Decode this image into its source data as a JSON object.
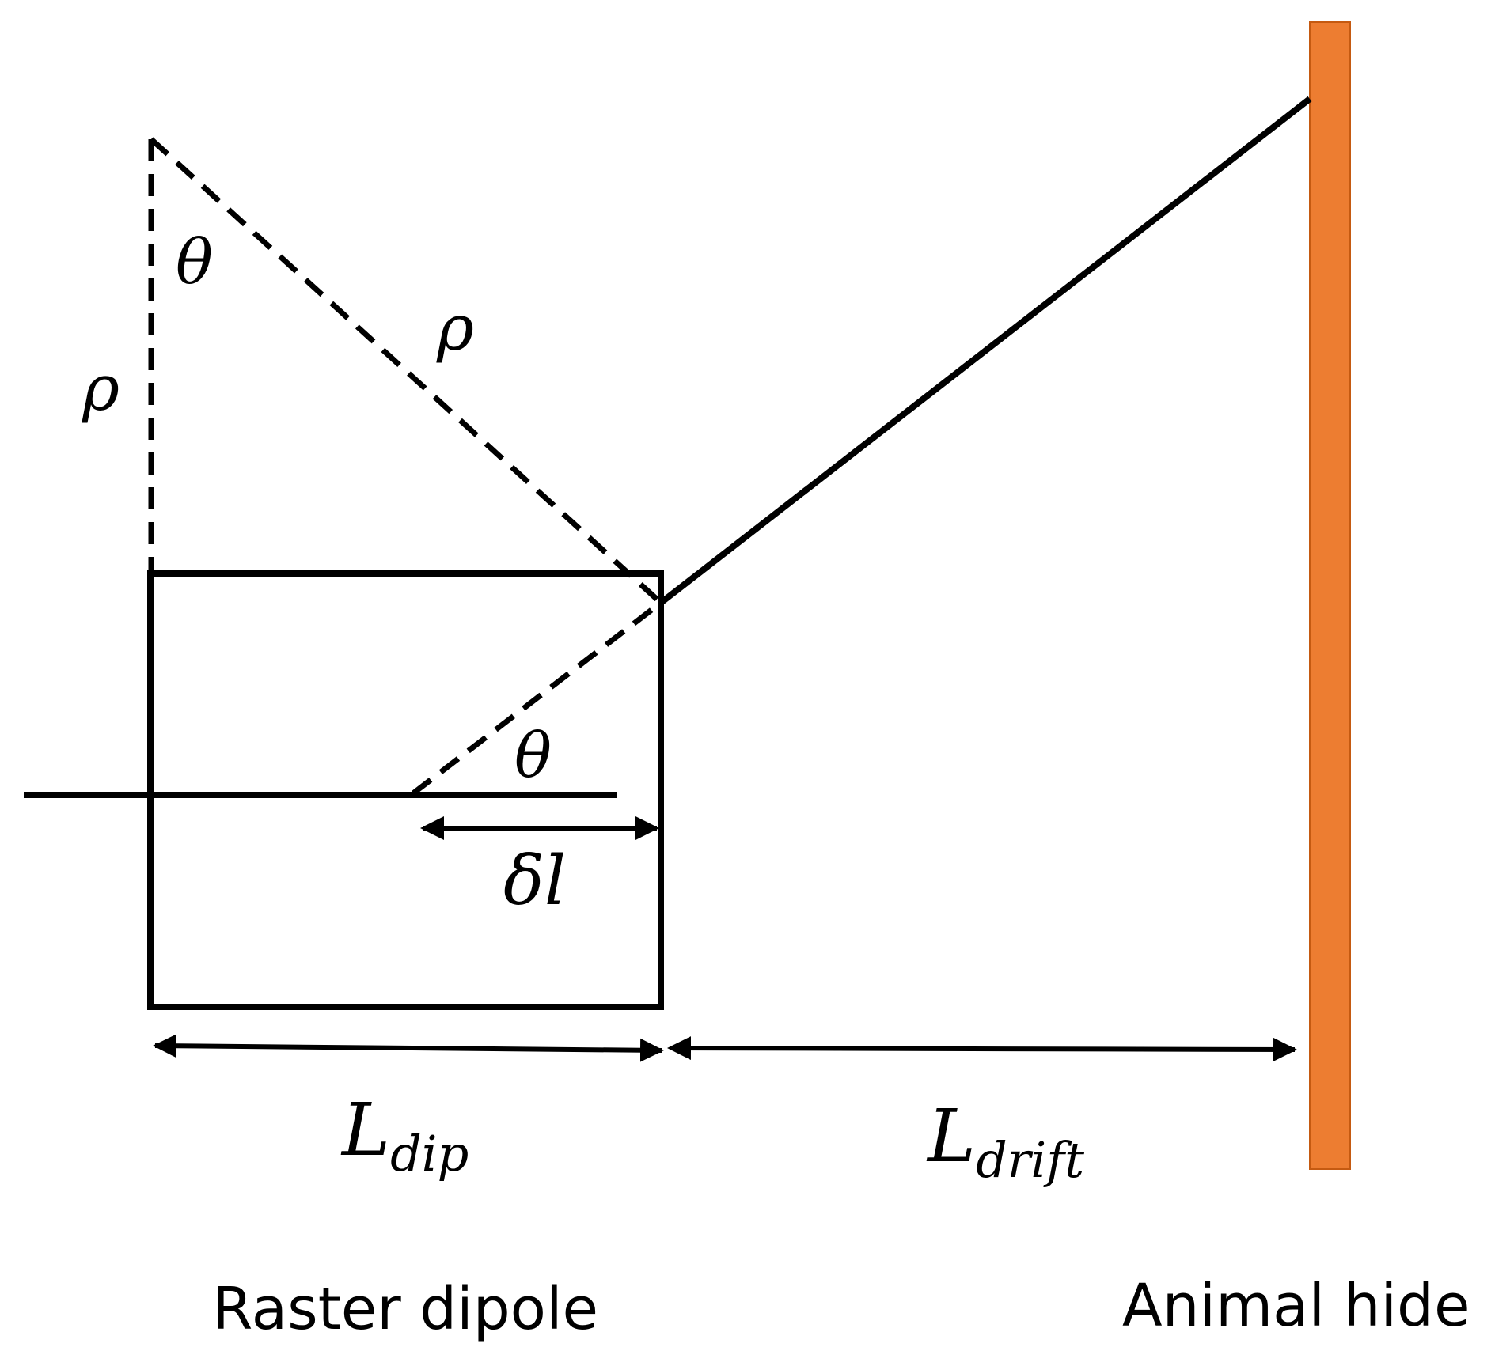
{
  "labels": {
    "theta": "θ",
    "rho": "ρ",
    "delta_l": "δl",
    "l_dip_main": "L",
    "l_dip_sub": "dip",
    "l_drift_main": "L",
    "l_drift_sub": "drift"
  },
  "captions": {
    "dipole": "Raster dipole",
    "hide": "Animal hide"
  },
  "colors": {
    "line": "#000000",
    "hide": "#ED7D31",
    "hide_border": "#C55A11"
  }
}
